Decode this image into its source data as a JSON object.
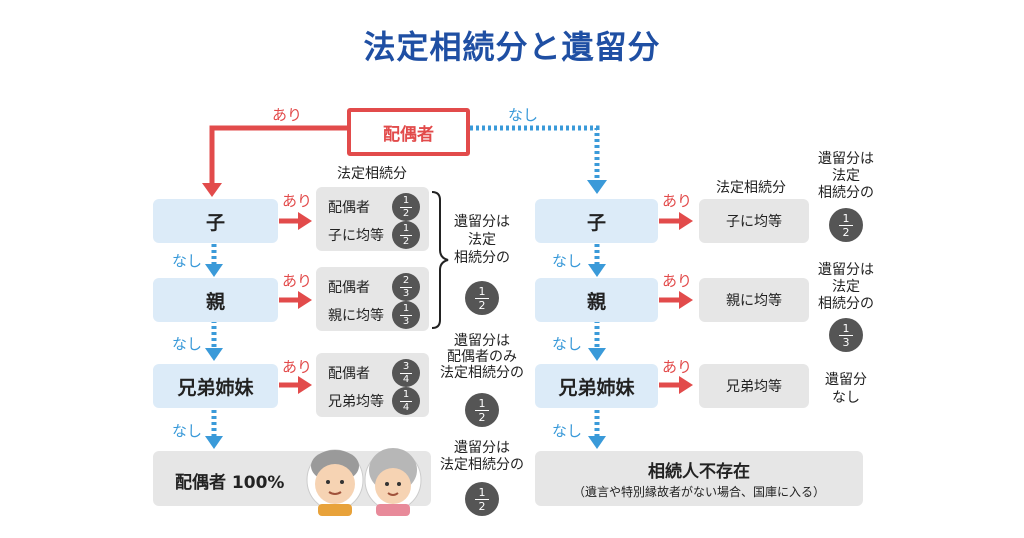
{
  "title": "法定相続分と遺留分",
  "spouse": {
    "label": "配偶者",
    "yes": "あり",
    "no": "なし"
  },
  "labels": {
    "houtei_header": "法定相続分",
    "ari": "あり",
    "nashi": "なし"
  },
  "left": {
    "child": "子",
    "parent": "親",
    "sibling": "兄弟姉妹",
    "spouse_only": "配偶者 100%",
    "shares_child": [
      {
        "text": "配偶者",
        "num": "1",
        "den": "2"
      },
      {
        "text": "子に均等",
        "num": "1",
        "den": "2"
      }
    ],
    "shares_parent": [
      {
        "text": "配偶者",
        "num": "2",
        "den": "3"
      },
      {
        "text": "親に均等",
        "num": "1",
        "den": "3"
      }
    ],
    "shares_sibling": [
      {
        "text": "配偶者",
        "num": "3",
        "den": "4"
      },
      {
        "text": "兄弟均等",
        "num": "1",
        "den": "4"
      }
    ],
    "iryu_1": {
      "lines": [
        "遺留分は",
        "法定",
        "相続分の"
      ],
      "num": "1",
      "den": "2"
    },
    "iryu_2": {
      "lines": [
        "遺留分は",
        "配偶者のみ",
        "法定相続分の"
      ],
      "num": "1",
      "den": "2"
    },
    "iryu_3": {
      "lines": [
        "遺留分は",
        "法定相続分の"
      ],
      "num": "1",
      "den": "2"
    }
  },
  "right": {
    "child": "子",
    "parent": "親",
    "sibling": "兄弟姉妹",
    "child_share": "子に均等",
    "parent_share": "親に均等",
    "sibling_share": "兄弟均等",
    "iryu_child": {
      "lines": [
        "遺留分は",
        "法定",
        "相続分の"
      ],
      "num": "1",
      "den": "2"
    },
    "iryu_parent": {
      "lines": [
        "遺留分は",
        "法定",
        "相続分の"
      ],
      "num": "1",
      "den": "3"
    },
    "iryu_sibling": {
      "lines": [
        "遺留分",
        "なし"
      ]
    },
    "none_title": "相続人不存在",
    "none_sub": "（遺言や特別縁故者がない場合、国庫に入る）"
  },
  "colors": {
    "red": "#e24b4b",
    "blue": "#3a9ad9",
    "title": "#1f4fa3",
    "lightblue": "#dcebf8",
    "gray": "#e6e6e6"
  }
}
